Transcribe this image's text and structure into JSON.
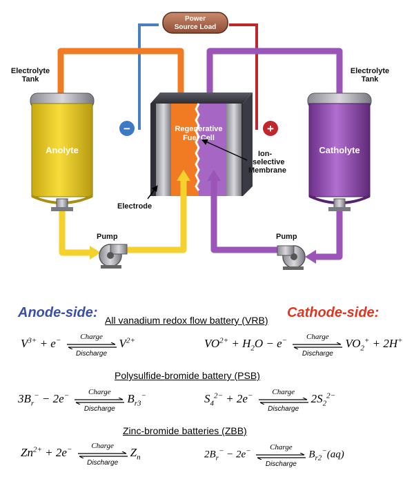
{
  "diagram": {
    "power_source_load": [
      "Power",
      "Source Load"
    ],
    "electrolyte_tank_left": [
      "Electrolyte",
      "Tank"
    ],
    "electrolyte_tank_right": [
      "Electrolyte",
      "Tank"
    ],
    "anolyte": "Anolyte",
    "catholyte": "Catholyte",
    "fuel_cell": [
      "Regenerative",
      "Fuel Cell"
    ],
    "membrane": [
      "Ion-",
      "selective",
      "Membrane"
    ],
    "electrode": "Electrode",
    "pump_left": "Pump",
    "pump_right": "Pump",
    "minus_sign": "−",
    "plus_sign": "+",
    "colors": {
      "orange": "#f07b22",
      "purple": "#9b55b8",
      "yellow": "#f5d12e",
      "blue_wire": "#4a7fc3",
      "red_wire": "#c0272d",
      "anode_text": "#3a4fa8",
      "cathode_text": "#e0351f"
    }
  },
  "equations": {
    "anode_side": "Anode-side:",
    "cathode_side": "Cathode-side:",
    "charge": "Charge",
    "discharge": "Discharge",
    "vrb_title": "All vanadium redox flow battery (VRB)",
    "psb_title": "Polysulfide-bromide battery (PSB)",
    "zbb_title": "Zinc-bromide batteries (ZBB)"
  }
}
